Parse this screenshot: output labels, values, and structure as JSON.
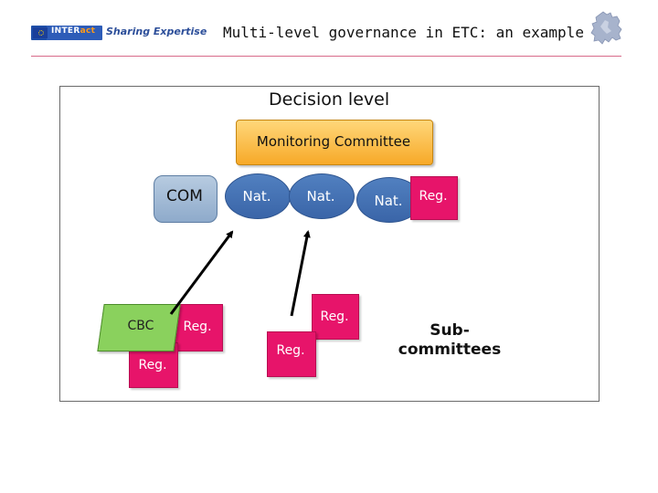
{
  "header": {
    "logo_name": "INTER",
    "logo_act": "act",
    "tagline": "Sharing Expertise",
    "title": "Multi-level governance in ETC: an example"
  },
  "diagram": {
    "decision_level": "Decision level",
    "monitoring_committee": "Monitoring Committee",
    "com": "COM",
    "nat_1": "Nat.",
    "nat_2": "Nat.",
    "nat_3": "Nat.",
    "reg_top": "Reg.",
    "cbc": "CBC",
    "reg_cbc_right": "Reg.",
    "reg_cbc_below": "Reg.",
    "reg_mid_upper": "Reg.",
    "reg_mid_lower": "Reg.",
    "subcommittees_line1": "Sub-",
    "subcommittees_line2": "committees"
  },
  "colors": {
    "monitoring_committee": "#f7a928",
    "com": "#8eaacb",
    "nat": "#3a65a8",
    "reg": "#e7146a",
    "cbc": "#8ad15d",
    "header_rule": "#d86b8a"
  },
  "icons": [
    "eu-flag-icon",
    "eu-map-icon"
  ]
}
